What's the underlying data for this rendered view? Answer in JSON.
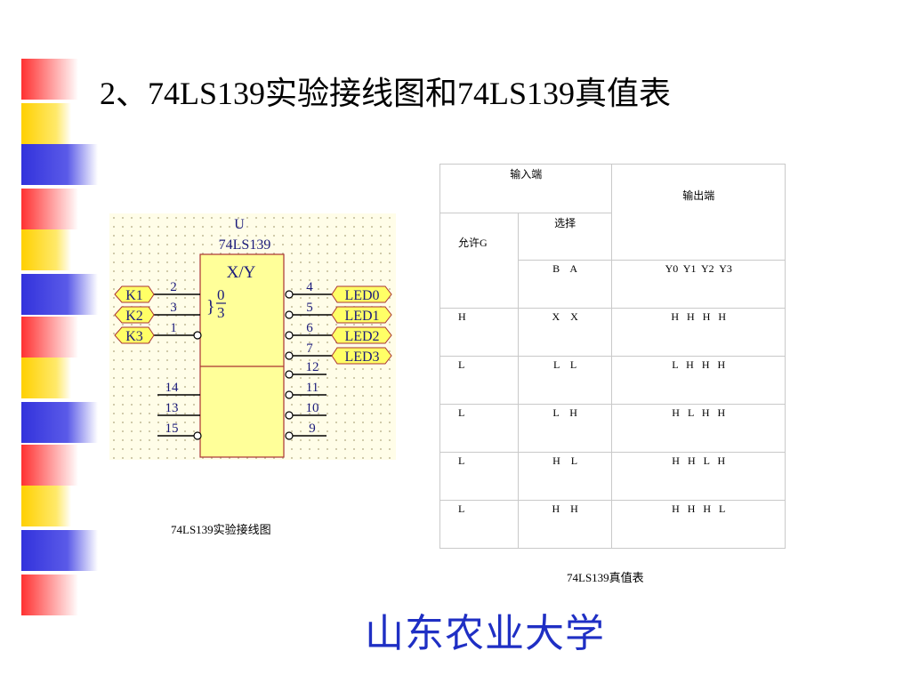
{
  "slide": {
    "title": "2、74LS139实验接线图和74LS139真值表",
    "footer": "山东农业大学"
  },
  "schematic": {
    "caption": "74LS139实验接线图",
    "designator": "U",
    "part": "74LS139",
    "block_label": "X/Y",
    "select_range_top": "0",
    "select_range_bottom": "3",
    "inputs": [
      {
        "name": "K1",
        "pin": "2"
      },
      {
        "name": "K2",
        "pin": "3"
      },
      {
        "name": "K3",
        "pin": "1"
      }
    ],
    "outputs": [
      {
        "pin": "4",
        "name": "LED0"
      },
      {
        "pin": "5",
        "name": "LED1"
      },
      {
        "pin": "6",
        "name": "LED2"
      },
      {
        "pin": "7",
        "name": "LED3"
      }
    ],
    "lower_inputs": [
      "14",
      "13",
      "15"
    ],
    "lower_outputs": [
      "12",
      "11",
      "10",
      "9"
    ]
  },
  "truth_table": {
    "caption": "74LS139真值表",
    "input_header": "输入端",
    "output_header": "输出端",
    "enable_header": "允许G",
    "select_header": "选择",
    "select_cols": "B    A",
    "output_cols": "Y0  Y1  Y2  Y3",
    "rows": [
      {
        "g": "H",
        "ba": "X    X",
        "y": "H   H   H   H"
      },
      {
        "g": "L",
        "ba": "L    L",
        "y": "L   H   H   H"
      },
      {
        "g": "L",
        "ba": "L    H",
        "y": "H   L   H   H"
      },
      {
        "g": "L",
        "ba": "H    L",
        "y": "H   H   L   H"
      },
      {
        "g": "L",
        "ba": "H    H",
        "y": "H   H   H   L"
      }
    ]
  },
  "colors": {
    "title_text": "#000000",
    "footer_text": "#1f2fc4",
    "chip_fill": "#ffff99",
    "chip_border": "#aa3333",
    "label_fill": "#ffff66",
    "stripe_red": "#ff3030",
    "stripe_yellow": "#ffd700",
    "stripe_blue": "#3a3ae0"
  }
}
